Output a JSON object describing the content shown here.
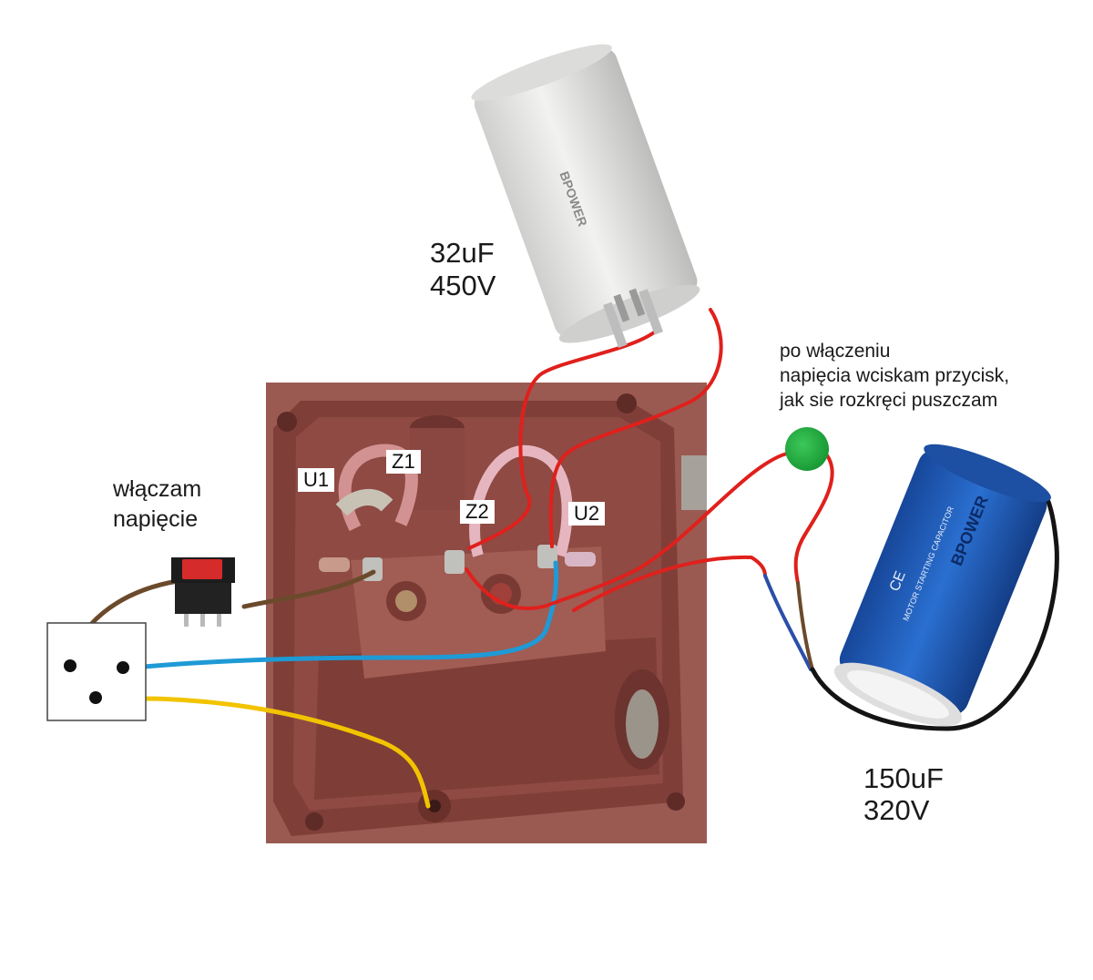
{
  "cap_run": {
    "value": "32uF",
    "voltage": "450V",
    "brand": "BPOWER"
  },
  "cap_start": {
    "value": "150uF",
    "voltage": "320V",
    "brand": "BPOWER",
    "body_text": "MOTOR STARTING CAPACITOR"
  },
  "switch_note": {
    "line1": "włączam",
    "line2": "napięcie"
  },
  "button_note": {
    "line1": "po włączeniu",
    "line2": "napięcia wciskam przycisk,",
    "line3": "jak sie rozkręci puszczam"
  },
  "terminals": {
    "u1": "U1",
    "z1": "Z1",
    "z2": "Z2",
    "u2": "U2"
  },
  "colors": {
    "box_body": "#8e4a43",
    "box_dark": "#5e2b27",
    "wire_red": "#e0201c",
    "wire_blue": "#1e9ad6",
    "wire_yellow": "#f2c400",
    "wire_brown": "#6b4a2c",
    "button_green": "#1faa3c",
    "cap_run_body": "#e4e4e2",
    "cap_start_body": "#2060b8"
  }
}
